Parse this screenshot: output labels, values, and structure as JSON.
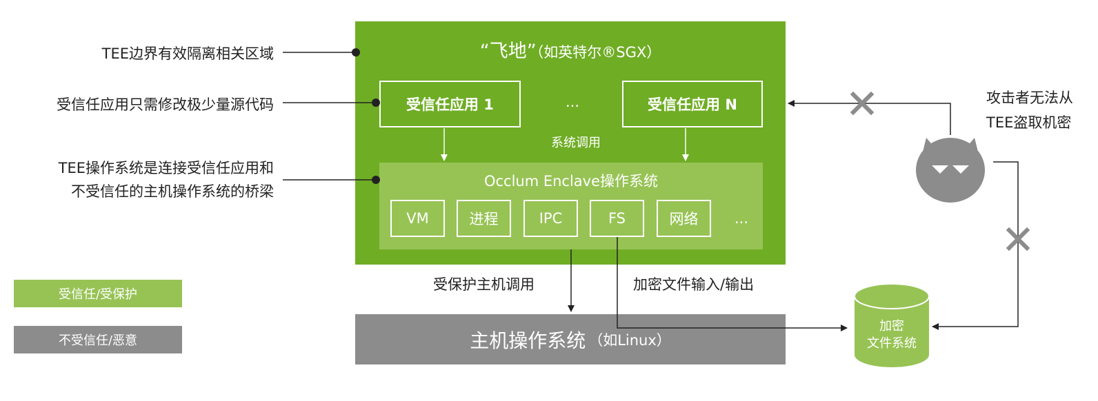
{
  "annotations": {
    "tee_boundary": "TEE边界有效隔离相关区域",
    "minimal_change": "受信任应用只需修改极少量源代码",
    "tee_os_line1": "TEE操作系统是连接受信任应用和",
    "tee_os_line2": "不受信任的主机操作系统的桥梁"
  },
  "enclave": {
    "title": "“飞地”",
    "subtitle": "（如英特尔®SGX）",
    "app1": "受信任应用 1",
    "apps_ellipsis": "...",
    "appN": "受信任应用 N",
    "syscall": "系统调用",
    "os_title": "Occlum Enclave操作系统",
    "modules": [
      "VM",
      "进程",
      "IPC",
      "FS",
      "网络"
    ],
    "modules_ellipsis": "..."
  },
  "host": {
    "title": "主机操作系统",
    "subtitle": "（如Linux）",
    "protected_call": "受保护主机调用",
    "encrypted_io": "加密文件输入/输出"
  },
  "legend": {
    "trusted": "受信任/受保护",
    "untrusted": "不受信任/恶意"
  },
  "storage": {
    "line1": "加密",
    "line2": "文件系统"
  },
  "attacker": {
    "line1": "攻击者无法从",
    "line2": "TEE盗取机密"
  },
  "colors": {
    "trusted_dark": "#6fad25",
    "trusted_light": "#97c355",
    "untrusted": "#8c8c8c",
    "blocked_mark": "#8c8c8c"
  },
  "icons": [
    "devil-icon",
    "database-icon",
    "blocked-x-icon"
  ]
}
